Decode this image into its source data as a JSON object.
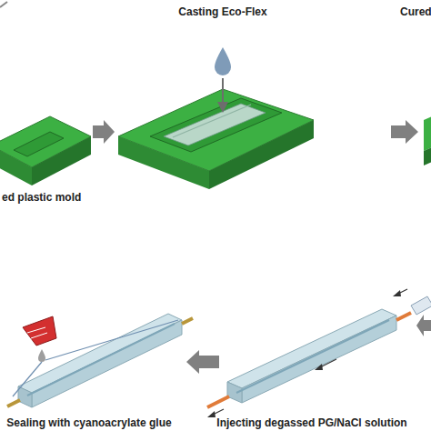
{
  "diagram": {
    "nodes": [
      {
        "text": [
          "ed plastic mold"
        ]
      },
      {
        "text": [
          "Casting Eco-Flex"
        ]
      },
      {
        "text": [
          "Cured"
        ]
      },
      {
        "text": [
          "Sealing with cyanoacrylate glue"
        ]
      },
      {
        "text": [
          "Injecting degassed PG/NaCl solution"
        ]
      }
    ],
    "edges": [
      {
        "from": 0,
        "to": 1,
        "arrow": "to"
      },
      {
        "from": 1,
        "to": 2,
        "arrow": "to"
      },
      {
        "from": 4,
        "to": 3,
        "arrow": "to"
      }
    ]
  }
}
